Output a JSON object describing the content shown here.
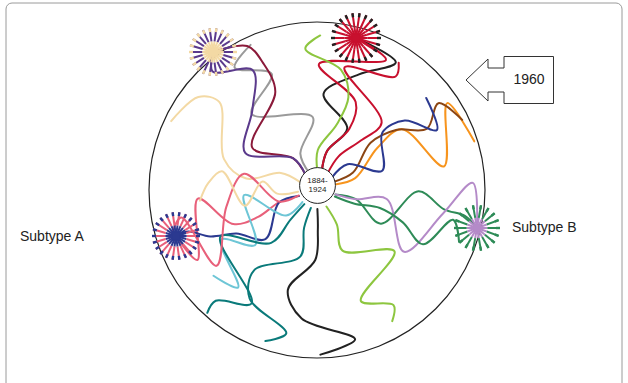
{
  "diagram": {
    "nodes": [
      {
        "text": [
          "1884- 1924"
        ]
      },
      {
        "text": [
          "1960"
        ]
      }
    ],
    "labels": [
      "Subtype A",
      "Subtype B"
    ]
  }
}
